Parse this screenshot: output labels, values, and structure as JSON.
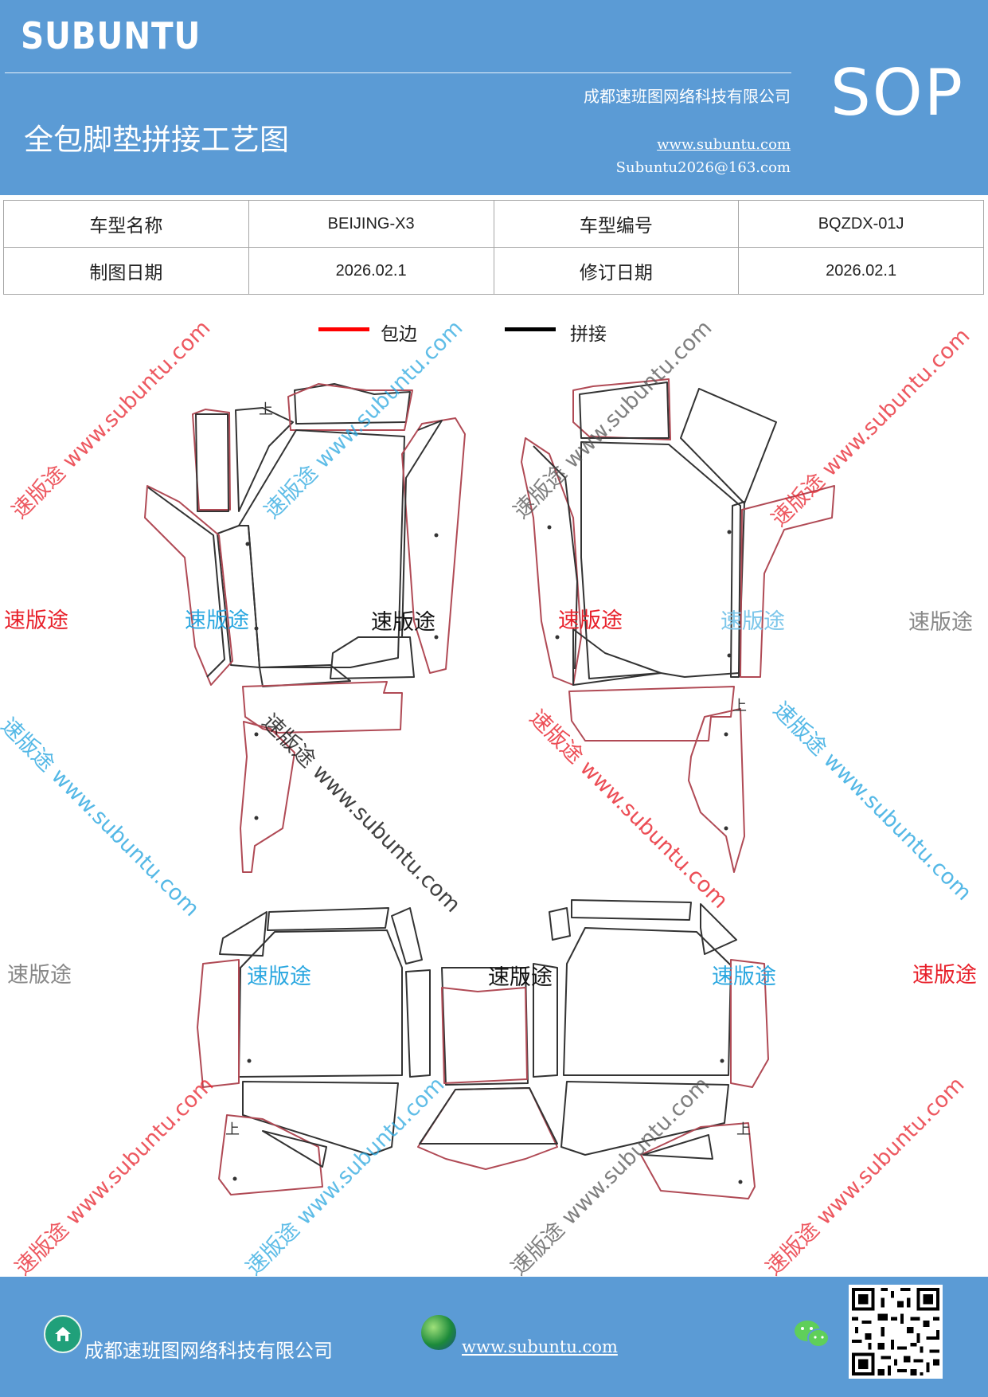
{
  "header": {
    "brand": "SUBUNTU",
    "sop": "SOP",
    "title": "全包脚垫拼接工艺图",
    "company": "成都速班图网络科技有限公司",
    "website": "www.subuntu.com",
    "email": "Subuntu2026@163.com"
  },
  "info_table": {
    "model_name_label": "车型名称",
    "model_name_value": "BEIJING-X3",
    "model_code_label": "车型编号",
    "model_code_value": "BQZDX-01J",
    "draw_date_label": "制图日期",
    "draw_date_value": "2026.02.1",
    "revise_date_label": "修订日期",
    "revise_date_value": "2026.02.1"
  },
  "legend": {
    "edge_label": "包边",
    "edge_color": "#ff0000",
    "splice_label": "拼接",
    "splice_color": "#000000"
  },
  "diagram": {
    "up_mark": "上"
  },
  "watermarks": {
    "brand_cn": "速版途",
    "site_line": "速版途 www.subuntu.com",
    "site_line_rev": "速版途 www.subuntu.com",
    "colors": {
      "red": "#e8212b",
      "blue": "#2aa7e0",
      "gray": "#888888",
      "black": "#111111"
    }
  },
  "footer": {
    "company": "成都速班图网络科技有限公司",
    "website": "www.subuntu.com"
  },
  "icons": [
    "home-icon",
    "globe-icon",
    "wechat-icon",
    "qr-code"
  ]
}
